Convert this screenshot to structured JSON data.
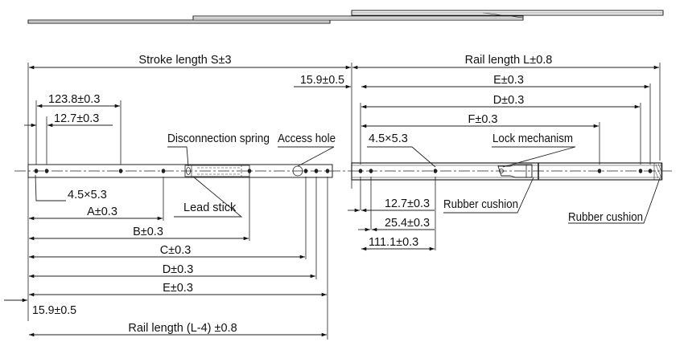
{
  "labels": {
    "stroke_length": "Stroke length S±3",
    "rail_length_top": "Rail length L±0.8",
    "offset_top": "15.9±0.5",
    "e_top": "E±0.3",
    "d_top": "D±0.3",
    "f_top": "F±0.3",
    "hole_right": "4.5×5.3",
    "lock_mechanism": "Lock mechanism",
    "dim_123": "123.8±0.3",
    "dim_12_7_left": "12.7±0.3",
    "disconnection_spring": "Disconnection spring",
    "access_hole": "Access hole",
    "hole_left": "4.5×5.3",
    "lead_stick": "Lead stick",
    "a": "A±0.3",
    "b": "B±0.3",
    "c": "C±0.3",
    "d_bottom": "D±0.3",
    "e_bottom": "E±0.3",
    "offset_bottom": "15.9±0.5",
    "rail_length_bottom": "Rail length (L-4) ±0.8",
    "dim_12_7_right": "12.7±0.3",
    "dim_25_4": "25.4±0.3",
    "dim_111_1": "111.1±0.3",
    "rubber_cushion_1": "Rubber cushion",
    "rubber_cushion_2": "Rubber cushion"
  }
}
